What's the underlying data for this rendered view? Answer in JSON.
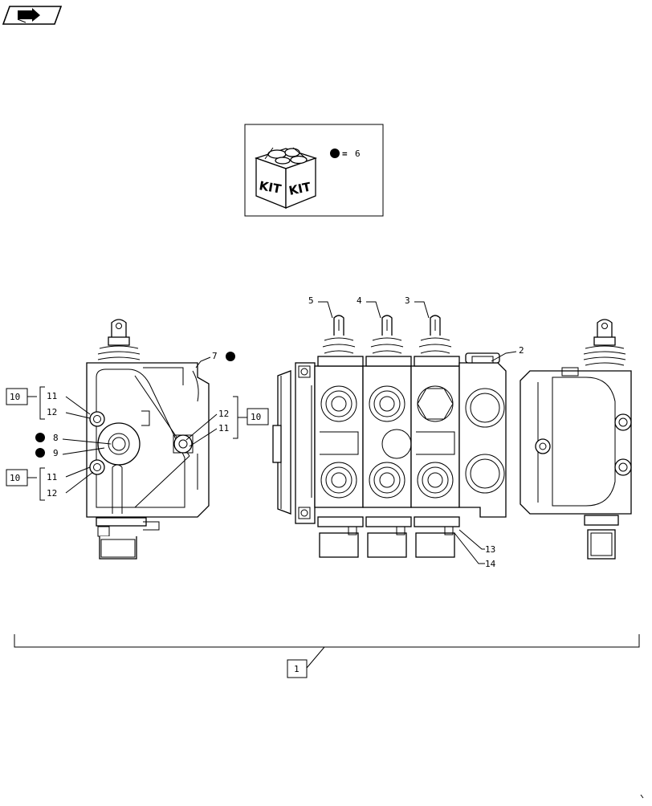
{
  "labels": {
    "item_1": "1",
    "item_2": "2",
    "item_3": "3",
    "item_4": "4",
    "item_5": "5",
    "item_6": "6",
    "item_7": "7",
    "item_8": "8",
    "item_9": "9",
    "item_10": "10",
    "item_11": "11",
    "item_12": "12",
    "item_13": "13",
    "item_14": "14"
  },
  "kit": {
    "word": "KIT",
    "equals": "="
  },
  "icons": {
    "nav": "arrow-page-icon",
    "kit": "kit-box-icon",
    "dot": "filled-dot-icon"
  },
  "colors": {
    "line": "#000000",
    "background": "#ffffff"
  }
}
